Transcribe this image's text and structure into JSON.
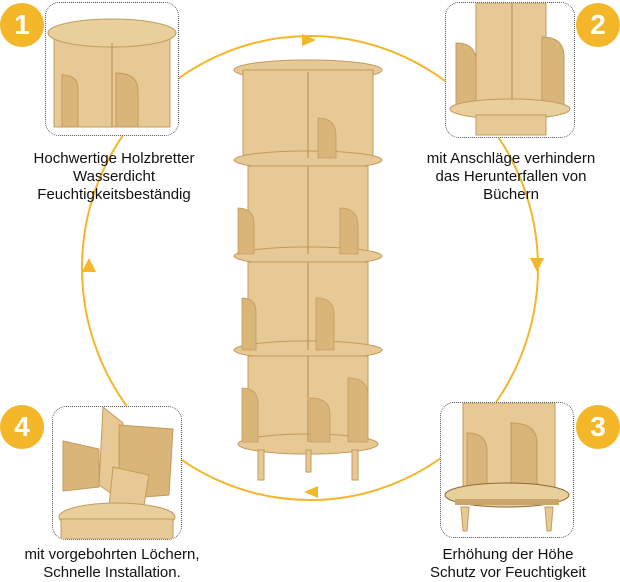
{
  "colors": {
    "accent": "#f4b72a",
    "wood": "#e6c994",
    "wood_dark": "#caa56b"
  },
  "features": [
    {
      "number": "1",
      "lines": [
        "Hochwertige Holzbretter",
        "Wasserdicht",
        "Feuchtigkeitsbeständig"
      ]
    },
    {
      "number": "2",
      "lines": [
        "mit Anschläge verhindern",
        "das Herunterfallen von",
        "Büchern"
      ]
    },
    {
      "number": "3",
      "lines": [
        "Erhöhung der Höhe",
        "Schutz vor Feuchtigkeit"
      ]
    },
    {
      "number": "4",
      "lines": [
        "mit vorgebohrten Löchern,",
        "Schnelle Installation."
      ]
    }
  ]
}
